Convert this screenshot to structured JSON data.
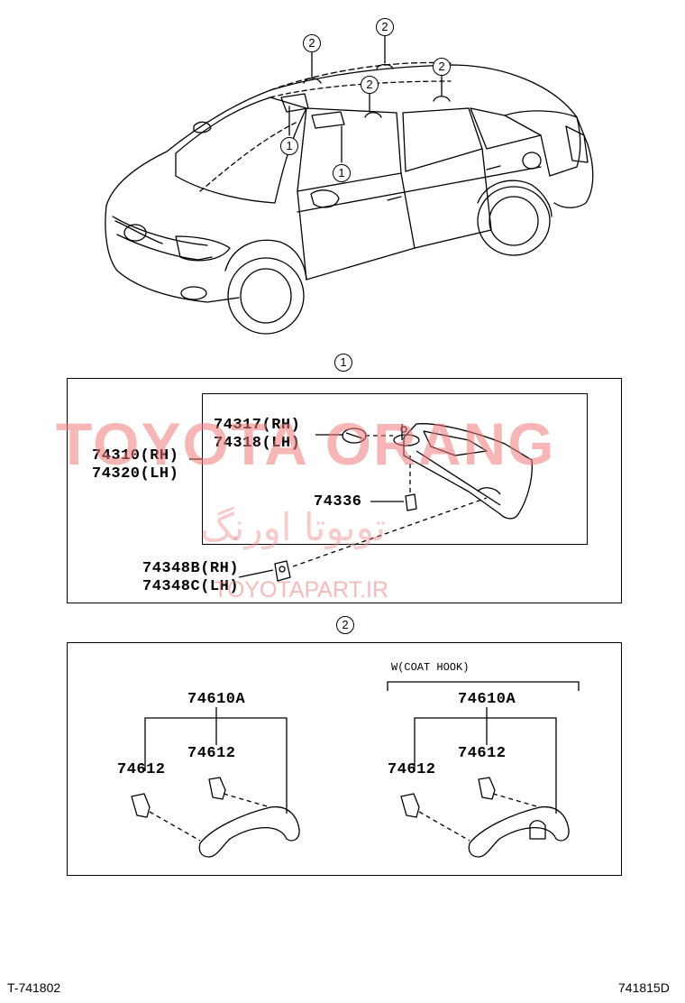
{
  "callouts": {
    "one": "1",
    "two": "2"
  },
  "section1": {
    "labels": {
      "visor_rh_lh": "74310(RH)\n74320(LH)",
      "clip_rh_lh": "74317(RH)\n74318(LH)",
      "holder": "74336",
      "bracket_rh_lh": "74348B(RH)\n74348C(LH)"
    }
  },
  "section2": {
    "coat_hook_note": "W(COAT HOOK)",
    "left": {
      "grip": "74610A",
      "cover_top": "74612",
      "cover_left": "74612"
    },
    "right": {
      "grip": "74610A",
      "cover_top": "74612",
      "cover_left": "74612"
    }
  },
  "watermark": {
    "brand": "TOYOTA ORANG",
    "persian": "تویوتا اورنگ",
    "url": "TOYOTAPART.IR"
  },
  "footer": {
    "left_code": "T-741802",
    "right_code": "741815D"
  }
}
